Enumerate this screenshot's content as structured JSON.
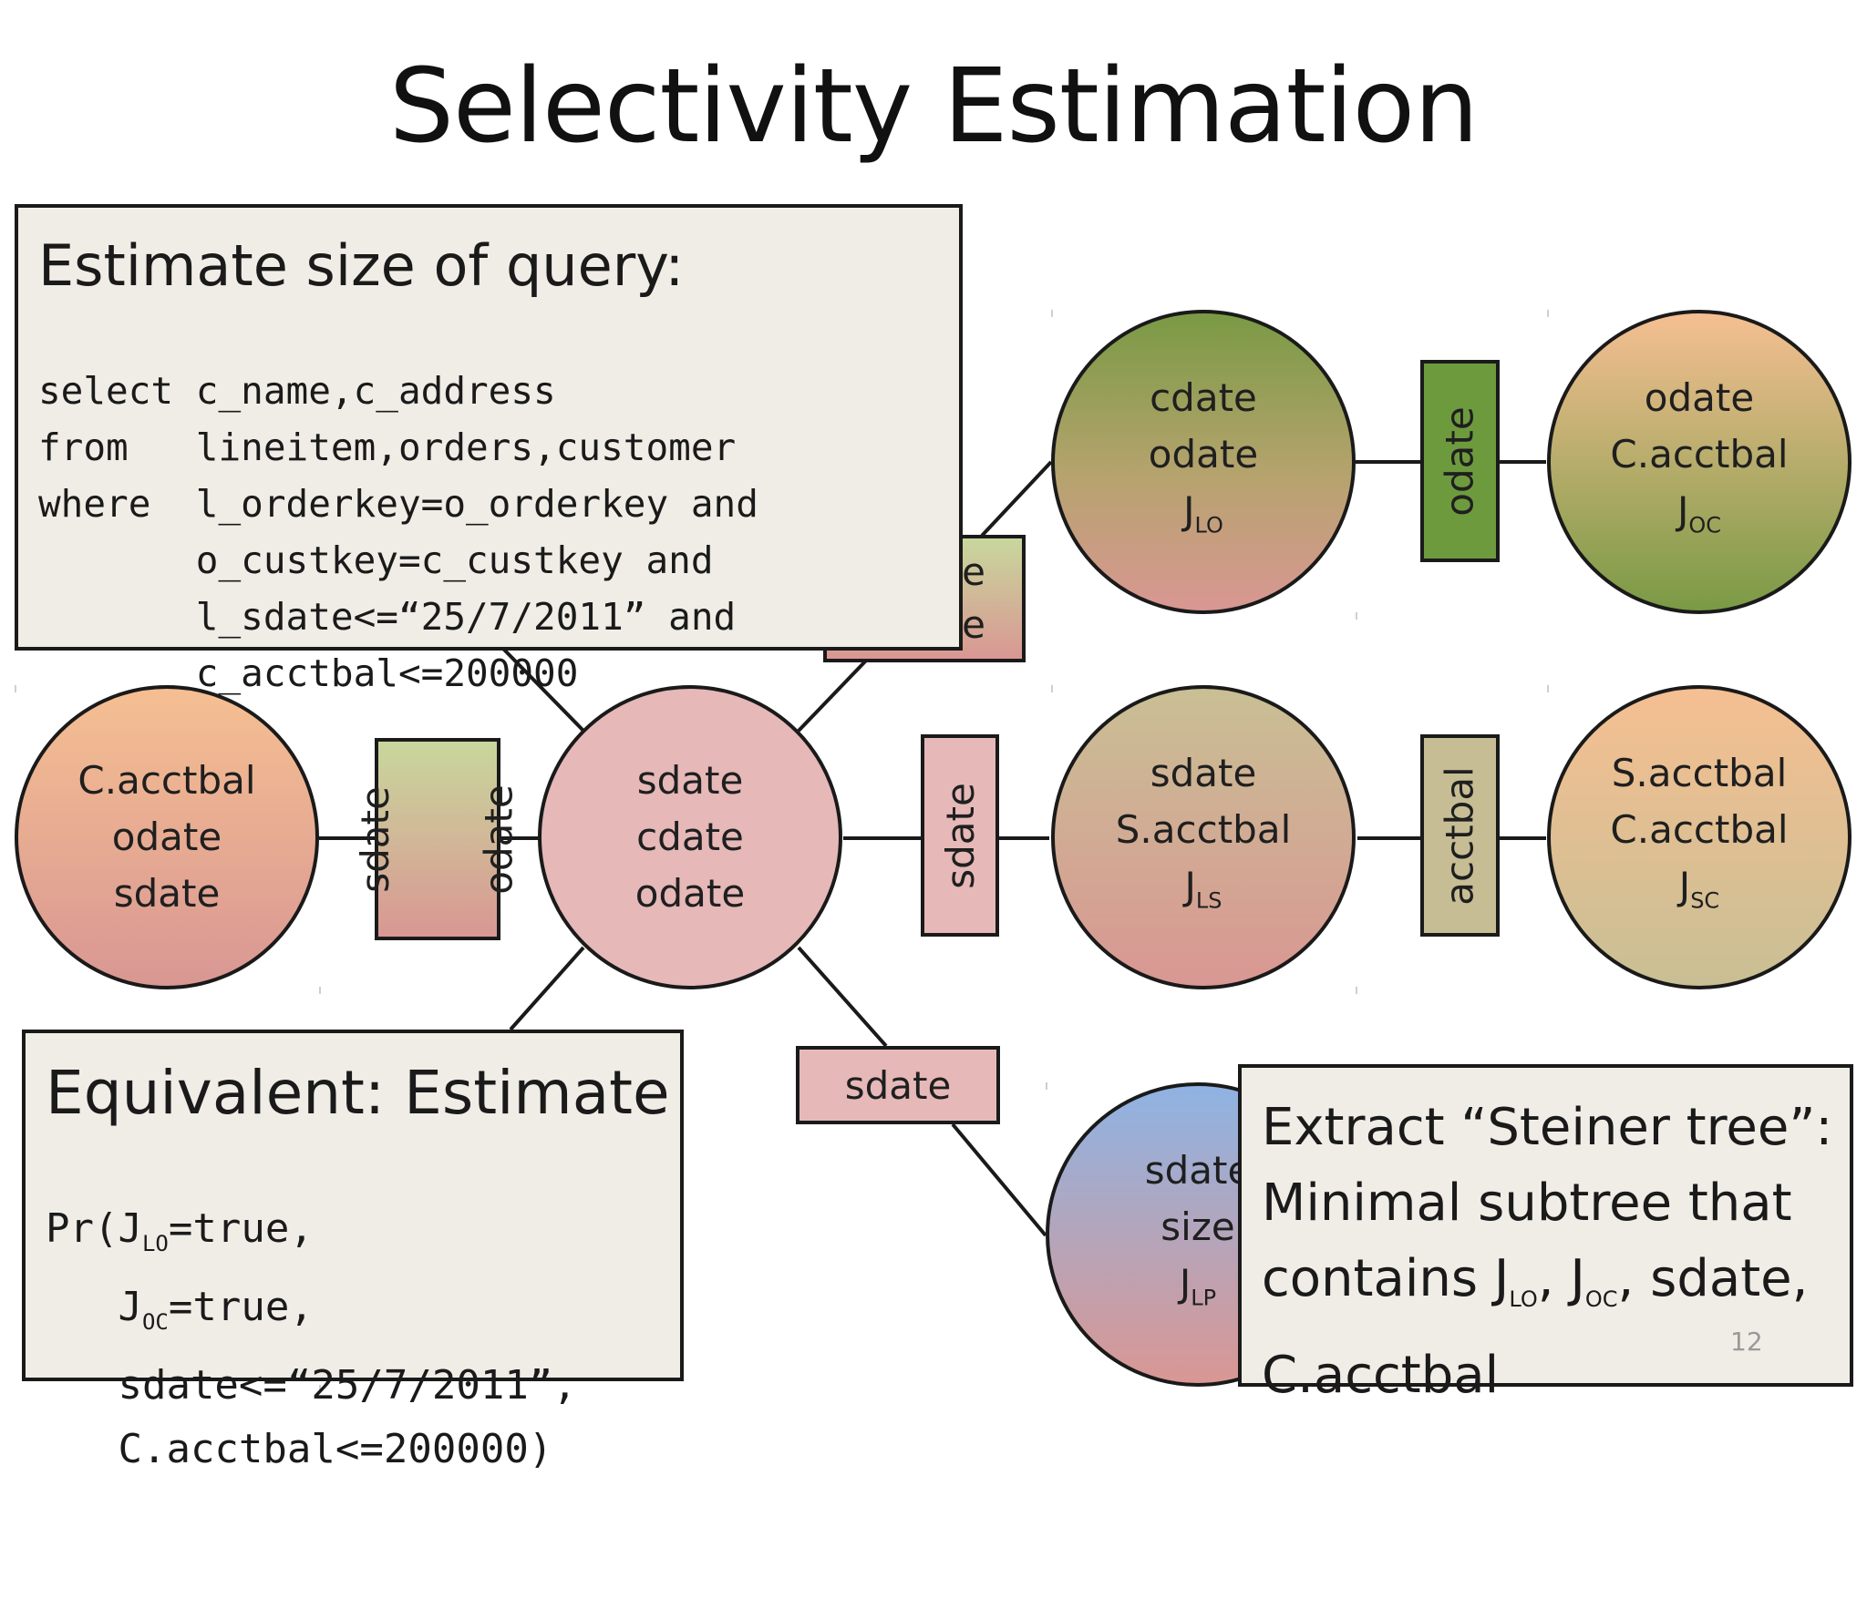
{
  "slide": {
    "title": "Selectivity Estimation",
    "page_number": "12"
  },
  "nodes": {
    "left": {
      "line1": "C.acctbal",
      "line2": "odate",
      "line3": "sdate"
    },
    "center": {
      "line1": "sdate",
      "line2": "cdate",
      "line3": "odate"
    },
    "j_lo": {
      "line1": "cdate",
      "line2": "odate",
      "label": "J",
      "sub": "LO"
    },
    "j_oc": {
      "line1": "odate",
      "line2": "C.acctbal",
      "label": "J",
      "sub": "OC"
    },
    "j_ls": {
      "line1": "sdate",
      "line2": "S.acctbal",
      "label": "J",
      "sub": "LS"
    },
    "j_sc": {
      "line1": "S.acctbal",
      "line2": "C.acctbal",
      "label": "J",
      "sub": "SC"
    },
    "j_lp": {
      "line1": "sdate",
      "line2": "size",
      "label": "J",
      "sub": "LP"
    }
  },
  "separators": {
    "left": {
      "a": "sdate",
      "b": "odate"
    },
    "center_right": "sdate",
    "lo_oc": "odate",
    "ls_sc": "acctbal",
    "bottom": "sdate",
    "hidden_top": {
      "a": "e",
      "b": "e"
    }
  },
  "query_box": {
    "heading": "Estimate size of query:",
    "line1": "select c_name,c_address",
    "line2": "from   lineitem,orders,customer",
    "line3": "where  l_orderkey=o_orderkey and",
    "line4": "       o_custkey=c_custkey and",
    "line5": "       l_sdate<=“25/7/2011” and",
    "line6": "       c_acctbal<=200000"
  },
  "equiv_box": {
    "heading": "Equivalent: Estimate",
    "l1_pre": "Pr(J",
    "l1_sub": "LO",
    "l1_post": "=true,",
    "l2_pre": "   J",
    "l2_sub": "OC",
    "l2_post": "=true,",
    "line3": "   sdate<=“25/7/2011”,",
    "line4": "   C.acctbal<=200000)"
  },
  "steiner_box": {
    "line1": "Extract “Steiner tree”:",
    "line2": "Minimal subtree that",
    "l3_pre": "contains J",
    "l3_sub1": "LO",
    "l3_mid": ", J",
    "l3_sub2": "OC",
    "l3_post": ", sdate,",
    "line4": "C.acctbal"
  },
  "colors": {
    "orange": "#f5bf92",
    "pink": "#e6b8b8",
    "rose": "#d99793",
    "olive": "#7a9a45",
    "olive_tan": "#b6a36e",
    "tan": "#c9bf94",
    "green_box": "#6e9a3e",
    "khaki_box": "#c6bd95",
    "light_green": "#c8d79c",
    "blue": "#8fb3e3",
    "panel": "#efede6"
  }
}
